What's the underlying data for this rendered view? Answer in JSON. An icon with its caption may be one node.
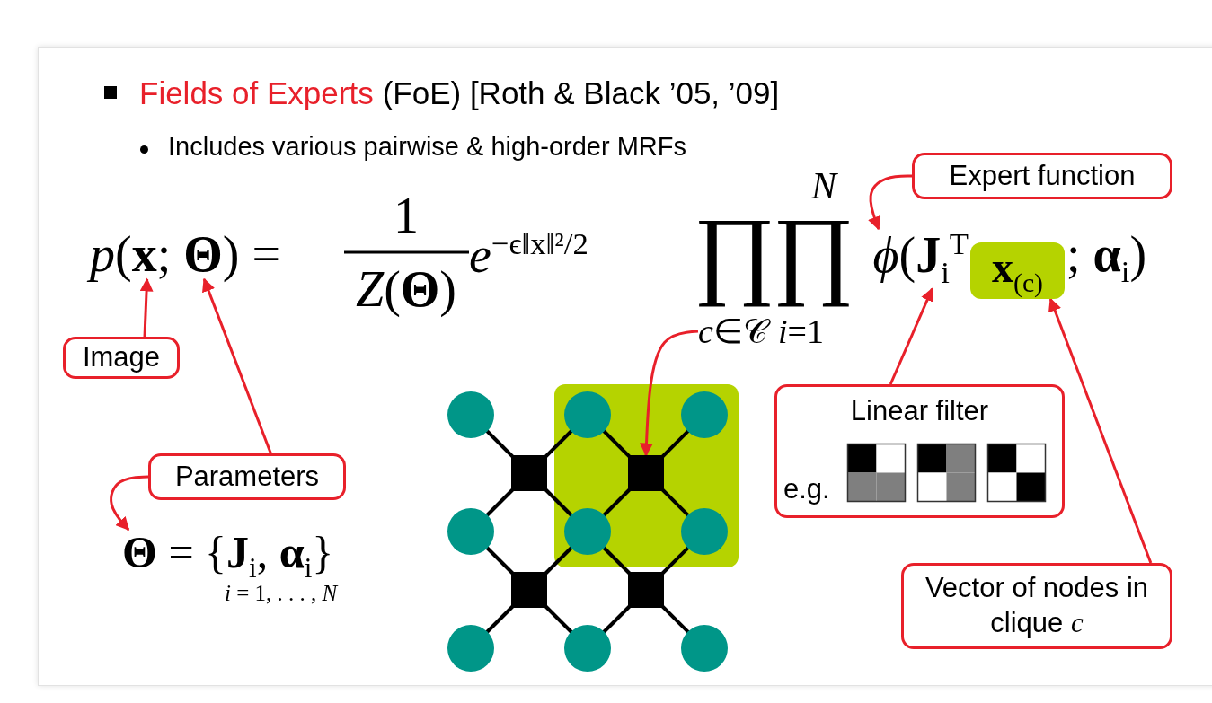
{
  "diagram": {
    "nodes": [
      {
        "text": [
          "Expert function"
        ]
      },
      {
        "text": [
          "*p*(**x**; **Θ**) ="
        ]
      },
      {
        "text": [
          "*ϕ*(**J**$_{i}$$^{T}$"
        ]
      },
      {
        "text": [
          "**x**$_{(c)}$"
        ]
      },
      {
        "text": [
          "*c*∈𝒞"
        ]
      },
      {
        "text": [
          "Image"
        ]
      },
      {
        "text": [
          "Linear filter",
          "e.g."
        ]
      },
      {
        "text": [
          "Parameters"
        ]
      },
      {
        "text": [],
        "shape": "box"
      },
      {
        "text": [
          "**Θ** = {**J**$_{i}$, **α**$_{i}$}"
        ]
      },
      {
        "text": [
          "Vector of nodes in clique *c*"
        ]
      }
    ],
    "edges": [
      {
        "from": 0,
        "to": 2,
        "arrow": "to"
      },
      {
        "from": 5,
        "to": 1,
        "arrow": "to"
      },
      {
        "from": 7,
        "to": 1,
        "arrow": "to"
      },
      {
        "from": 7,
        "to": 9,
        "arrow": "to"
      },
      {
        "from": 4,
        "to": 8,
        "arrow": "to"
      },
      {
        "from": 6,
        "to": 2,
        "arrow": "to"
      },
      {
        "from": 10,
        "to": 3,
        "arrow": "to"
      }
    ],
    "labels": [
      "Fields of Experts",
      "(FoE) [Roth & Black ’05, ’09]",
      "Includes various pairwise & high-order MRFs",
      "*N*",
      "1",
      "*Z*(**Θ**)",
      "*e*$^{−ϵ‖x‖²/2}$",
      "∏",
      "∏",
      "; **α**$_{i}$)",
      "*i*=1",
      "*i* = 1, . . . , *N*"
    ]
  }
}
